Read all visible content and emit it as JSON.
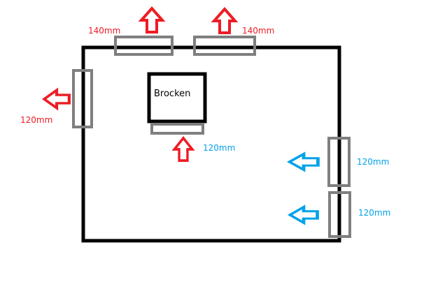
{
  "colors": {
    "exhaust": "#ed1c24",
    "intake": "#00a2e8",
    "fan": "#7f7f7f",
    "case": "#000000"
  },
  "cooler": {
    "label": "Brocken"
  },
  "fans": {
    "top_left": {
      "size": "140mm",
      "direction": "exhaust"
    },
    "top_right": {
      "size": "140mm",
      "direction": "exhaust"
    },
    "rear": {
      "size": "120mm",
      "direction": "exhaust"
    },
    "cpu_cooler": {
      "size": "120mm",
      "direction": "up"
    },
    "front_upper": {
      "size": "120mm",
      "direction": "intake"
    },
    "front_lower": {
      "size": "120mm",
      "direction": "intake"
    }
  }
}
